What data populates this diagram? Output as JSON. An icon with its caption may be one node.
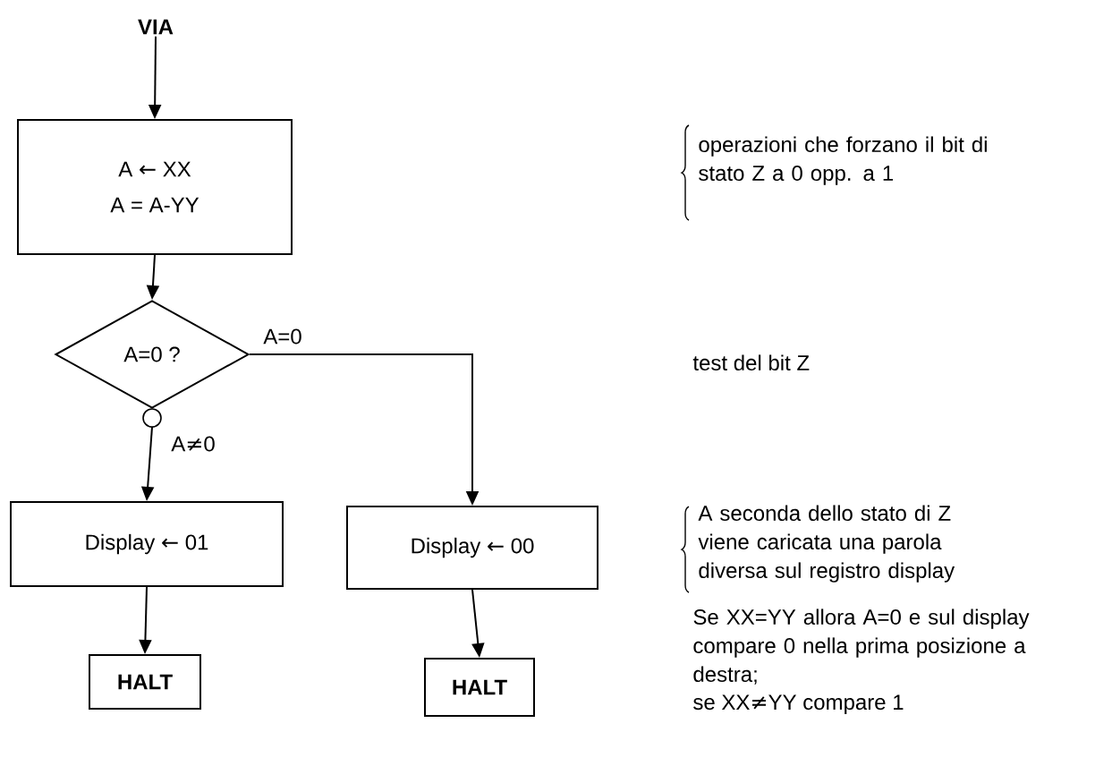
{
  "diagram": {
    "nodes": [
      {
        "text": [
          "VIA"
        ]
      },
      {
        "text": [
          "A ← XX",
          "A = A-YY"
        ]
      },
      {
        "text": [
          "A=0 ?"
        ]
      },
      {
        "text": [
          "Display ← 01"
        ]
      },
      {
        "text": [
          "Display ← 00"
        ]
      },
      {
        "text": [
          "HALT"
        ]
      },
      {
        "text": [
          "HALT"
        ]
      }
    ],
    "edges": [
      {
        "from": 0,
        "to": 1,
        "arrow": "to"
      },
      {
        "from": 1,
        "to": 2,
        "arrow": "to"
      },
      {
        "from": 2,
        "to": 3,
        "arrow": "to",
        "label": "A≠0"
      },
      {
        "from": 2,
        "to": 4,
        "arrow": "to",
        "label": "A=0"
      },
      {
        "from": 3,
        "to": 5,
        "arrow": "to"
      },
      {
        "from": 4,
        "to": 6,
        "arrow": "to"
      }
    ],
    "labels": [
      "operazioni che forzano il bit di stato Z a 0 opp. a 1",
      "test del bit Z",
      "A seconda dello stato di Z viene caricata una parola diversa sul registro display",
      "Se XX=YY allora A=0 e sul display compare 0 nella prima posizione a destra;",
      "se XX≠YY compare 1"
    ]
  }
}
